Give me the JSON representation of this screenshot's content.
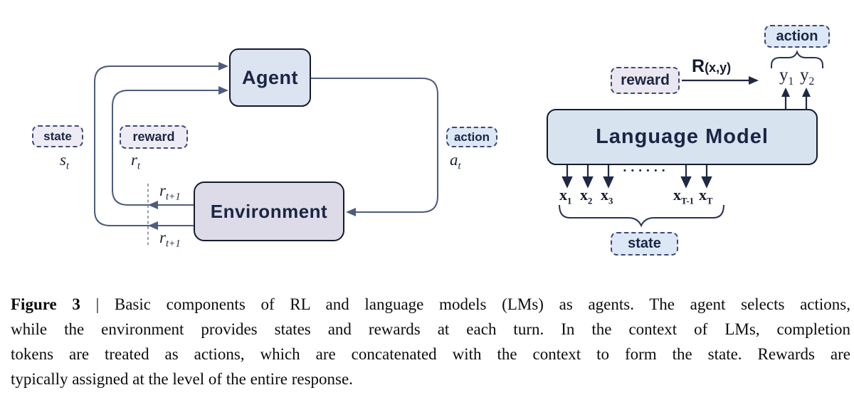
{
  "left_diagram": {
    "agent_label": "Agent",
    "environment_label": "Environment",
    "state_label": "state",
    "reward_label": "reward",
    "action_label": "action",
    "state_symbol": {
      "base": "s",
      "sub": "t"
    },
    "reward_symbol": {
      "base": "r",
      "sub": "t"
    },
    "action_symbol": {
      "base": "a",
      "sub": "t"
    },
    "reward_next_top": {
      "base": "r",
      "sub": "t+1"
    },
    "reward_next_bottom": {
      "base": "r",
      "sub": "t+1"
    }
  },
  "right_diagram": {
    "model_label": "Language Model",
    "reward_label": "reward",
    "action_label": "action",
    "state_label": "state",
    "reward_function": {
      "base": "R",
      "args": "(x,y)"
    },
    "outputs": [
      {
        "base": "y",
        "sub": "1"
      },
      {
        "base": "y",
        "sub": "2"
      }
    ],
    "inputs": [
      {
        "base": "x",
        "sub": "1"
      },
      {
        "base": "x",
        "sub": "2"
      },
      {
        "base": "x",
        "sub": "3"
      },
      {
        "base": "x",
        "sub": "T-1"
      },
      {
        "base": "x",
        "sub": "T"
      }
    ],
    "ellipsis": "••••••"
  },
  "caption": {
    "figure_label": "Figure 3",
    "separator": "|",
    "line1_rest": "Basic components of RL and language models (LMs) as agents. The agent selects actions,",
    "line2": "while the environment provides states and rewards at each turn. In the context of LMs, completion",
    "line3": "tokens are treated as actions, which are concatenated with the context to form the state. Rewards are",
    "line4": "typically assigned at the level of the entire response."
  },
  "colors": {
    "agent_box_fill": "#dbe4f0",
    "environment_box_fill": "#dddbe7",
    "model_box_fill": "#d8e3f0",
    "label_lavender_fill": "#edebf3",
    "label_blue_fill": "#dce8f6",
    "label_pink_fill": "#ebe7f0",
    "line_slate": "#4e5c7e",
    "line_navy": "#1f2844",
    "text_navy": "#1b2544"
  }
}
